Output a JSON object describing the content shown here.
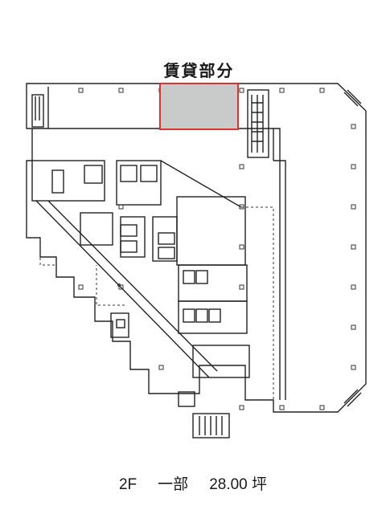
{
  "plan": {
    "rental_label": "賃貸部分",
    "highlight_fill": "#c9cbcb",
    "highlight_stroke": "#e03030"
  },
  "caption": {
    "floor": "2F",
    "portion": "一部",
    "area": "28.00 坪"
  }
}
